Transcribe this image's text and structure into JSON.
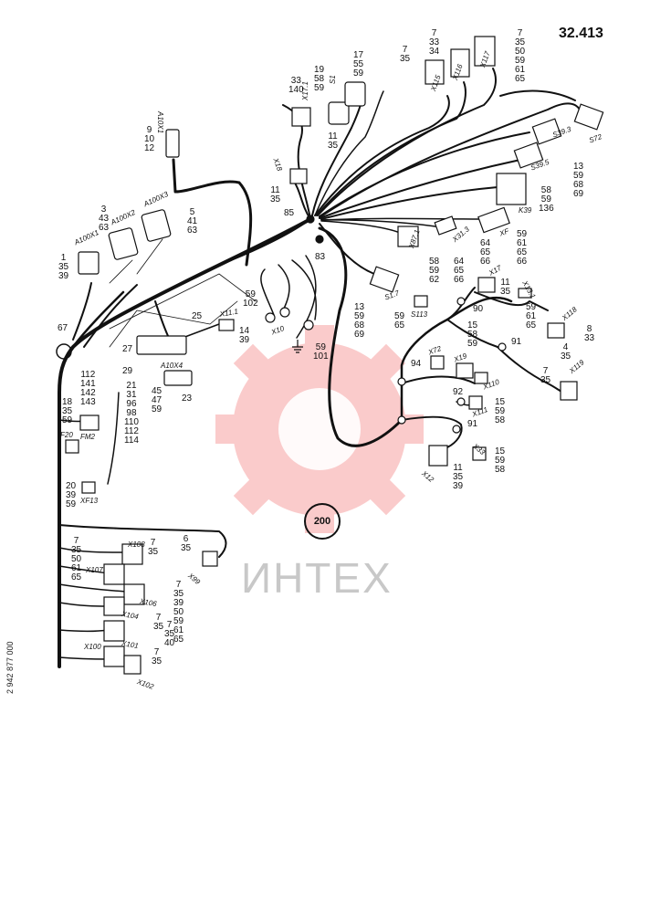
{
  "page_number": "32.413",
  "reference_circle": "200",
  "side_code": "2 942 877 000",
  "watermark": {
    "text": "ИНТЕХ",
    "color": "#f26d6d"
  },
  "labels": [
    {
      "id": "a10x1",
      "lines": [
        "9",
        "10",
        "12"
      ]
    },
    {
      "id": "a100x3",
      "lines": [
        "5",
        "41",
        "63"
      ]
    },
    {
      "id": "a100x2",
      "lines": [
        "3",
        "43",
        "63"
      ]
    },
    {
      "id": "a100x1",
      "lines": [
        "1",
        "35",
        "39"
      ]
    },
    {
      "id": "x17-1",
      "lines": [
        "33",
        "140"
      ]
    },
    {
      "id": "s1-a",
      "lines": [
        "19",
        "58",
        "59"
      ]
    },
    {
      "id": "s1-b",
      "lines": [
        "17",
        "55",
        "59"
      ]
    },
    {
      "id": "s1-c",
      "lines": [
        "11",
        "35"
      ]
    },
    {
      "id": "x115",
      "lines": [
        "7",
        "35"
      ]
    },
    {
      "id": "x116",
      "lines": [
        "7",
        "33",
        "34"
      ]
    },
    {
      "id": "x117",
      "lines": [
        "7",
        "35",
        "50",
        "59",
        "61",
        "65"
      ]
    },
    {
      "id": "x18",
      "lines": [
        "11",
        "35"
      ]
    },
    {
      "id": "s72",
      "lines": [
        "13",
        "59",
        "68",
        "69"
      ]
    },
    {
      "id": "k39",
      "lines": [
        "58",
        "59",
        "136"
      ]
    },
    {
      "id": "xf",
      "lines": [
        "59",
        "61",
        "65",
        "66"
      ]
    },
    {
      "id": "x31-3",
      "lines": [
        "64",
        "65",
        "66"
      ]
    },
    {
      "id": "x87-1",
      "lines": [
        "58",
        "59",
        "62"
      ]
    },
    {
      "id": "x87-1b",
      "lines": [
        "64",
        "65",
        "66"
      ]
    },
    {
      "id": "n85",
      "lines": [
        "85"
      ]
    },
    {
      "id": "n83",
      "lines": [
        "83"
      ]
    },
    {
      "id": "s1-7",
      "lines": [
        "13",
        "59",
        "68",
        "69"
      ]
    },
    {
      "id": "s113",
      "lines": [
        "59",
        "65"
      ]
    },
    {
      "id": "x17",
      "lines": [
        "11",
        "35"
      ]
    },
    {
      "id": "x13-1",
      "lines": [
        "59",
        "61",
        "65"
      ]
    },
    {
      "id": "n90",
      "lines": [
        "90"
      ]
    },
    {
      "id": "x118",
      "lines": [
        "8",
        "33"
      ]
    },
    {
      "id": "n91a",
      "lines": [
        "91"
      ]
    },
    {
      "id": "x91-4",
      "lines": [
        "4",
        "35"
      ]
    },
    {
      "id": "x119",
      "lines": [
        "7",
        "35"
      ]
    },
    {
      "id": "x10",
      "lines": [
        "59",
        "102"
      ]
    },
    {
      "id": "gnd",
      "lines": [
        "59",
        "101"
      ]
    },
    {
      "id": "x72",
      "lines": [
        "15",
        "58",
        "59"
      ]
    },
    {
      "id": "n94",
      "lines": [
        "94"
      ]
    },
    {
      "id": "n92",
      "lines": [
        "92"
      ]
    },
    {
      "id": "x111",
      "lines": [
        "15",
        "59",
        "58"
      ]
    },
    {
      "id": "n91b",
      "lines": [
        "91"
      ]
    },
    {
      "id": "x33",
      "lines": [
        "15",
        "59",
        "58"
      ]
    },
    {
      "id": "x12",
      "lines": [
        "11",
        "35",
        "39"
      ]
    },
    {
      "id": "n67",
      "lines": [
        "67"
      ]
    },
    {
      "id": "n25",
      "lines": [
        "25"
      ]
    },
    {
      "id": "x11-1",
      "lines": [
        "14",
        "39"
      ]
    },
    {
      "id": "n27",
      "lines": [
        "27"
      ]
    },
    {
      "id": "n29",
      "lines": [
        "29"
      ]
    },
    {
      "id": "a10x4",
      "lines": [
        "45",
        "47",
        "59"
      ]
    },
    {
      "id": "n23",
      "lines": [
        "23"
      ]
    },
    {
      "id": "n21",
      "lines": [
        "21",
        "31",
        "96",
        "98",
        "110",
        "112",
        "114"
      ]
    },
    {
      "id": "n112",
      "lines": [
        "112",
        "141",
        "142",
        "143"
      ]
    },
    {
      "id": "fm2",
      "lines": [
        "18",
        "35",
        "59"
      ]
    },
    {
      "id": "xf13",
      "lines": [
        "20",
        "39",
        "59"
      ]
    },
    {
      "id": "x99",
      "lines": [
        "6",
        "35"
      ]
    },
    {
      "id": "x108a",
      "lines": [
        "7",
        "35",
        "50",
        "61",
        "65"
      ]
    },
    {
      "id": "x108b",
      "lines": [
        "7",
        "35"
      ]
    },
    {
      "id": "x106",
      "lines": [
        "7",
        "35",
        "39",
        "50",
        "59",
        "61",
        "65"
      ]
    },
    {
      "id": "x104",
      "lines": [
        "7",
        "35"
      ]
    },
    {
      "id": "x101",
      "lines": [
        "7",
        "35",
        "40"
      ]
    },
    {
      "id": "x102",
      "lines": [
        "7",
        "35"
      ]
    }
  ],
  "connector_names": [
    {
      "id": "c-a10x1",
      "text": "A10X1"
    },
    {
      "id": "c-a100x3",
      "text": "A100X3"
    },
    {
      "id": "c-a100x2",
      "text": "A100X2"
    },
    {
      "id": "c-a100x1",
      "text": "A100X1"
    },
    {
      "id": "c-x17-1",
      "text": "X17.1"
    },
    {
      "id": "c-s1",
      "text": "S1"
    },
    {
      "id": "c-x115",
      "text": "X115"
    },
    {
      "id": "c-x116",
      "text": "X116"
    },
    {
      "id": "c-x117",
      "text": "X117"
    },
    {
      "id": "c-x18",
      "text": "X18"
    },
    {
      "id": "c-s39-3",
      "text": "S39.3"
    },
    {
      "id": "c-s72",
      "text": "S72"
    },
    {
      "id": "c-s39-5",
      "text": "S39.5"
    },
    {
      "id": "c-k39",
      "text": "K39"
    },
    {
      "id": "c-xf",
      "text": "XF"
    },
    {
      "id": "c-x31-3",
      "text": "X31.3"
    },
    {
      "id": "c-x87-1",
      "text": "X87.1"
    },
    {
      "id": "c-s1-7",
      "text": "S1.7"
    },
    {
      "id": "c-s113",
      "text": "S113"
    },
    {
      "id": "c-x17",
      "text": "X17"
    },
    {
      "id": "c-x13-1",
      "text": "X13.1"
    },
    {
      "id": "c-x118",
      "text": "X118"
    },
    {
      "id": "c-x119",
      "text": "X119"
    },
    {
      "id": "c-x10",
      "text": "X10"
    },
    {
      "id": "c-x72",
      "text": "X72"
    },
    {
      "id": "c-x19",
      "text": "X19"
    },
    {
      "id": "c-x110",
      "text": "X110"
    },
    {
      "id": "c-x111",
      "text": "X111"
    },
    {
      "id": "c-x33",
      "text": "X33"
    },
    {
      "id": "c-x12",
      "text": "X12"
    },
    {
      "id": "c-x11-1",
      "text": "X11.1"
    },
    {
      "id": "c-a10x4",
      "text": "A10X4"
    },
    {
      "id": "c-f20",
      "text": "F20"
    },
    {
      "id": "c-fm2",
      "text": "FM2"
    },
    {
      "id": "c-xf13",
      "text": "XF13"
    },
    {
      "id": "c-x99",
      "text": "X99"
    },
    {
      "id": "c-x108",
      "text": "X108"
    },
    {
      "id": "c-x107",
      "text": "X107"
    },
    {
      "id": "c-x106",
      "text": "X106"
    },
    {
      "id": "c-x104",
      "text": "X104"
    },
    {
      "id": "c-x101",
      "text": "X101"
    },
    {
      "id": "c-x100",
      "text": "X100"
    },
    {
      "id": "c-x102",
      "text": "X102"
    }
  ]
}
